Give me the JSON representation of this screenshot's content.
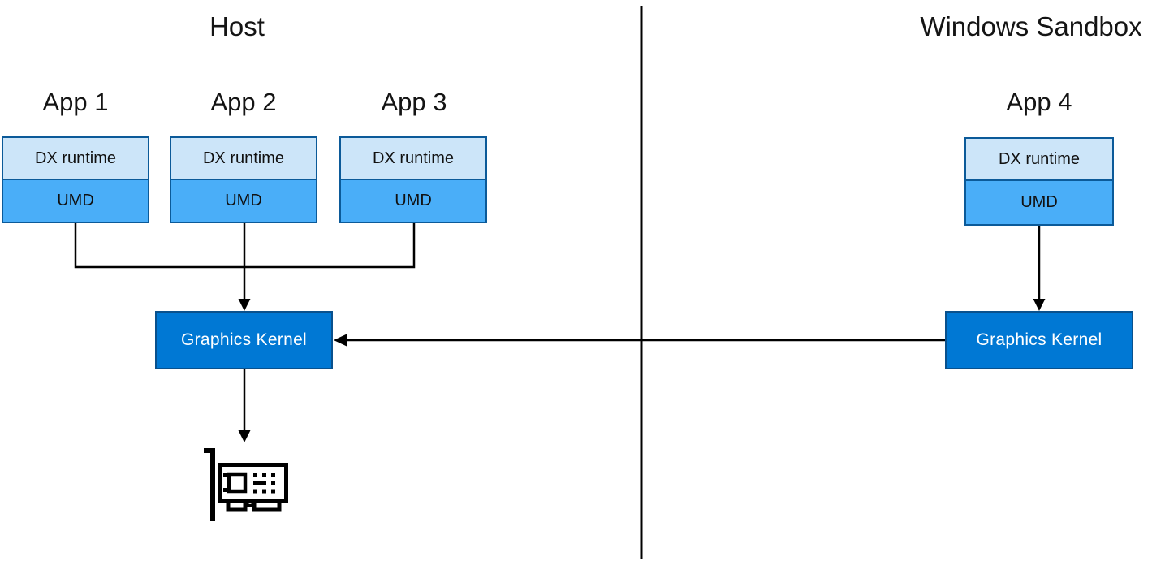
{
  "host": {
    "title": "Host",
    "apps": [
      {
        "label": "App 1",
        "runtime": "DX runtime",
        "umd": "UMD"
      },
      {
        "label": "App 2",
        "runtime": "DX runtime",
        "umd": "UMD"
      },
      {
        "label": "App 3",
        "runtime": "DX runtime",
        "umd": "UMD"
      }
    ],
    "kernel_label": "Graphics Kernel"
  },
  "sandbox": {
    "title": "Windows Sandbox",
    "app": {
      "label": "App 4",
      "runtime": "DX runtime",
      "umd": "UMD"
    },
    "kernel_label": "Graphics Kernel"
  },
  "icons": {
    "gpu": "gpu-card-icon"
  },
  "colors": {
    "kernel_fill": "#0078d4",
    "kernel_border": "#09518d",
    "umd_fill": "#4aaef8",
    "dx_runtime_fill": "#cce5f9",
    "box_border": "#0b5a99",
    "line": "#000000",
    "text": "#141414",
    "kernel_text": "#ffffff"
  }
}
